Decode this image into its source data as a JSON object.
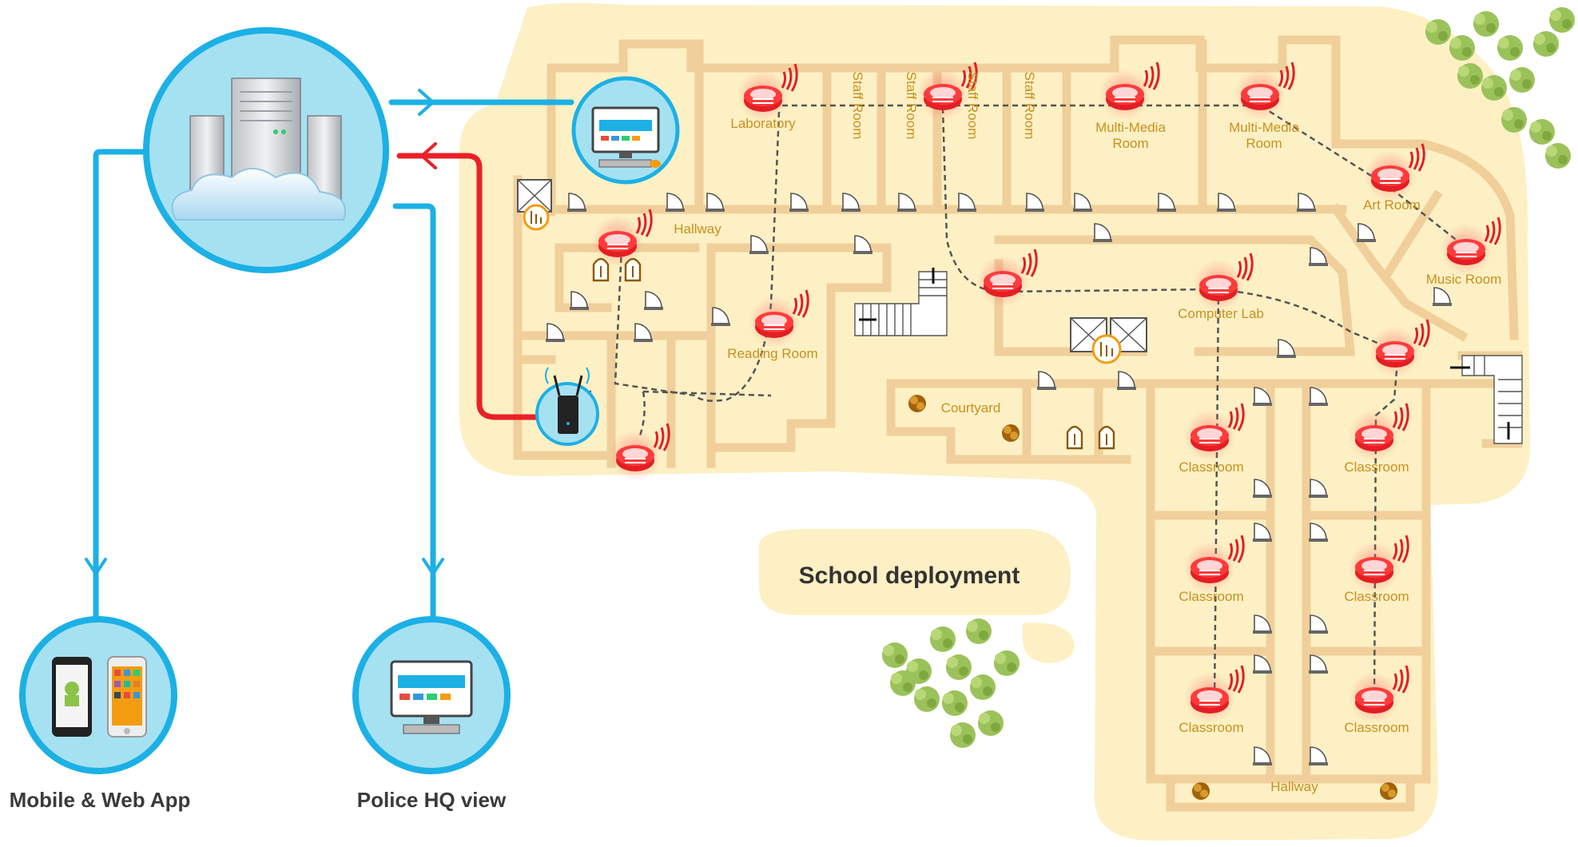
{
  "diagram": {
    "title": "School deployment",
    "nodes": {
      "mobile_app": "Mobile & Web App",
      "police_hq": "Police HQ view"
    },
    "rooms": {
      "laboratory": "Laboratory",
      "staff_room": "Staff Room",
      "multi_media": "Multi-Media Room",
      "hallway": "Hallway",
      "art_room": "Art Room",
      "music_room": "Music Room",
      "computer_lab": "Computer Lab",
      "reading_room": "Reading Room",
      "courtyard": "Courtyard",
      "classroom": "Classroom"
    },
    "colors": {
      "link_blue": "#1cb0e5",
      "link_red": "#ea2027",
      "floor": "#fdf0c4",
      "wall": "#f0cf9a",
      "label": "#c8901e",
      "sensor": "#e31e24"
    }
  }
}
